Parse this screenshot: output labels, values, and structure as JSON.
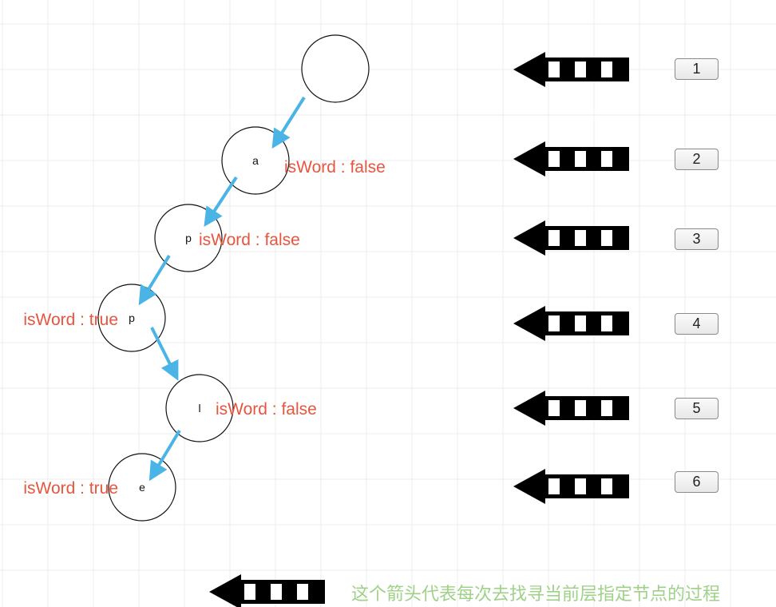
{
  "colors": {
    "arrow_blue": "#4ab4e6",
    "label_red": "#e8553f",
    "legend_green": "#9fd189",
    "grid": "#ececec"
  },
  "nodes": [
    {
      "letter": "",
      "is_word": ""
    },
    {
      "letter": "a",
      "is_word": "isWord : false"
    },
    {
      "letter": "p",
      "is_word": "isWord : false"
    },
    {
      "letter": "p",
      "is_word": "isWord : true"
    },
    {
      "letter": "l",
      "is_word": "isWord : false"
    },
    {
      "letter": "e",
      "is_word": "isWord : true"
    }
  ],
  "steps": [
    "1",
    "2",
    "3",
    "4",
    "5",
    "6"
  ],
  "legend": {
    "text": "这个箭头代表每次去找寻当前层指定节点的过程",
    "icon": "striped-left-arrow-icon"
  }
}
